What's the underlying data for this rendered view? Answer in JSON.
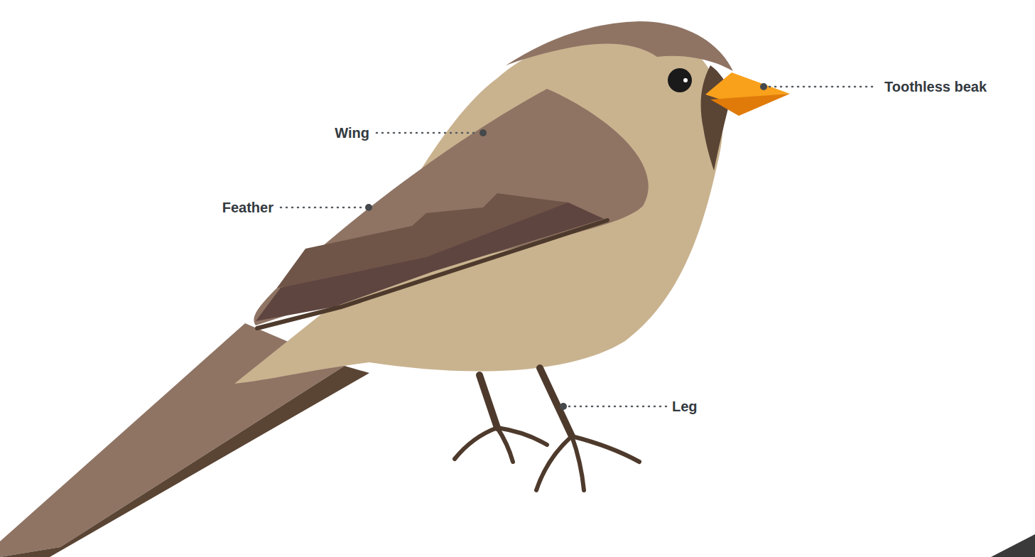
{
  "diagram": {
    "labels": [
      "Toothless beak",
      "Wing",
      "Feather",
      "Leg"
    ]
  }
}
